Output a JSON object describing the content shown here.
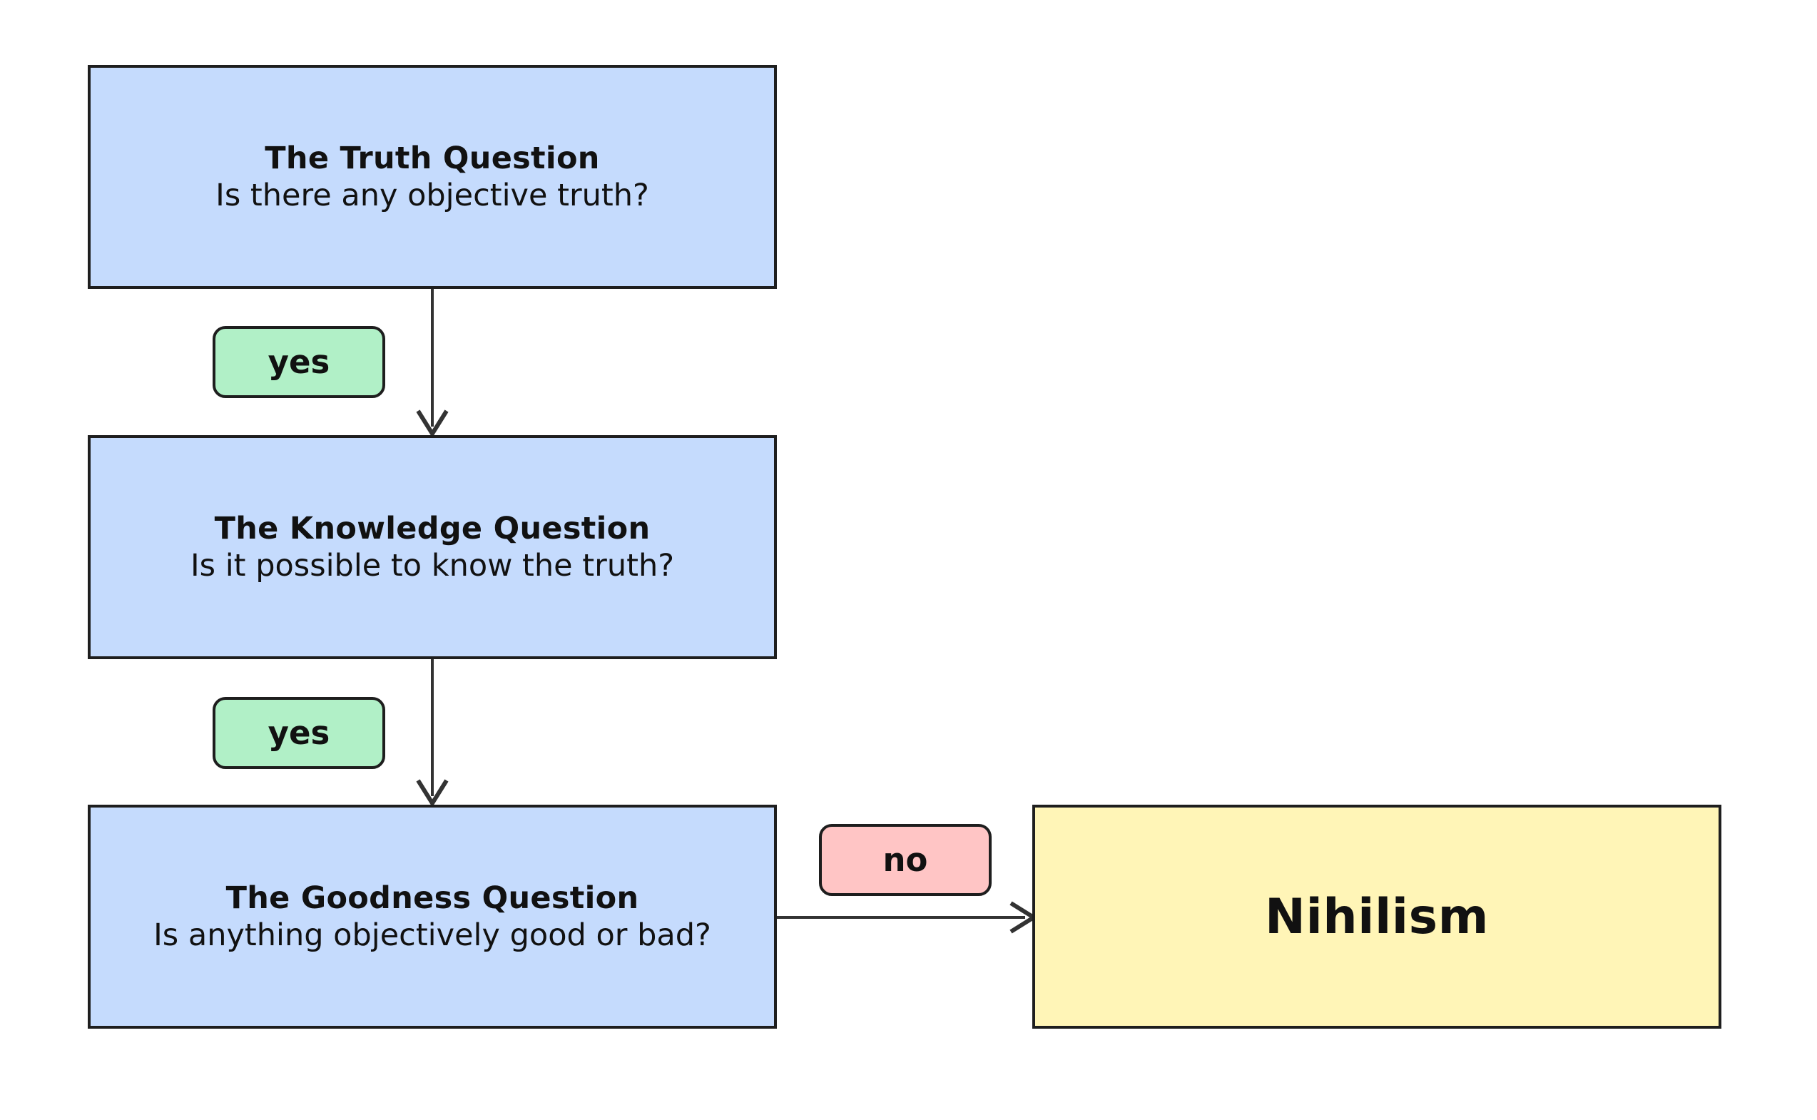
{
  "diagram": {
    "nodes": {
      "truth": {
        "title": "The Truth Question",
        "subtitle": "Is there any objective truth?"
      },
      "knowledge": {
        "title": "The Knowledge Question",
        "subtitle": "Is it possible to know the truth?"
      },
      "goodness": {
        "title": "The Goodness Question",
        "subtitle": "Is anything objectively good or bad?"
      },
      "nihilism": {
        "title": "Nihilism"
      }
    },
    "edges": [
      {
        "from": "truth",
        "to": "knowledge",
        "label": "yes"
      },
      {
        "from": "knowledge",
        "to": "goodness",
        "label": "yes"
      },
      {
        "from": "goodness",
        "to": "nihilism",
        "label": "no"
      }
    ],
    "colors": {
      "question_fill": "#c5dbfd",
      "result_fill": "#fff5b7",
      "yes_fill": "#b1f0c7",
      "no_fill": "#ffc5c5",
      "stroke": "#1e1e1e",
      "edge": "#333333"
    }
  }
}
